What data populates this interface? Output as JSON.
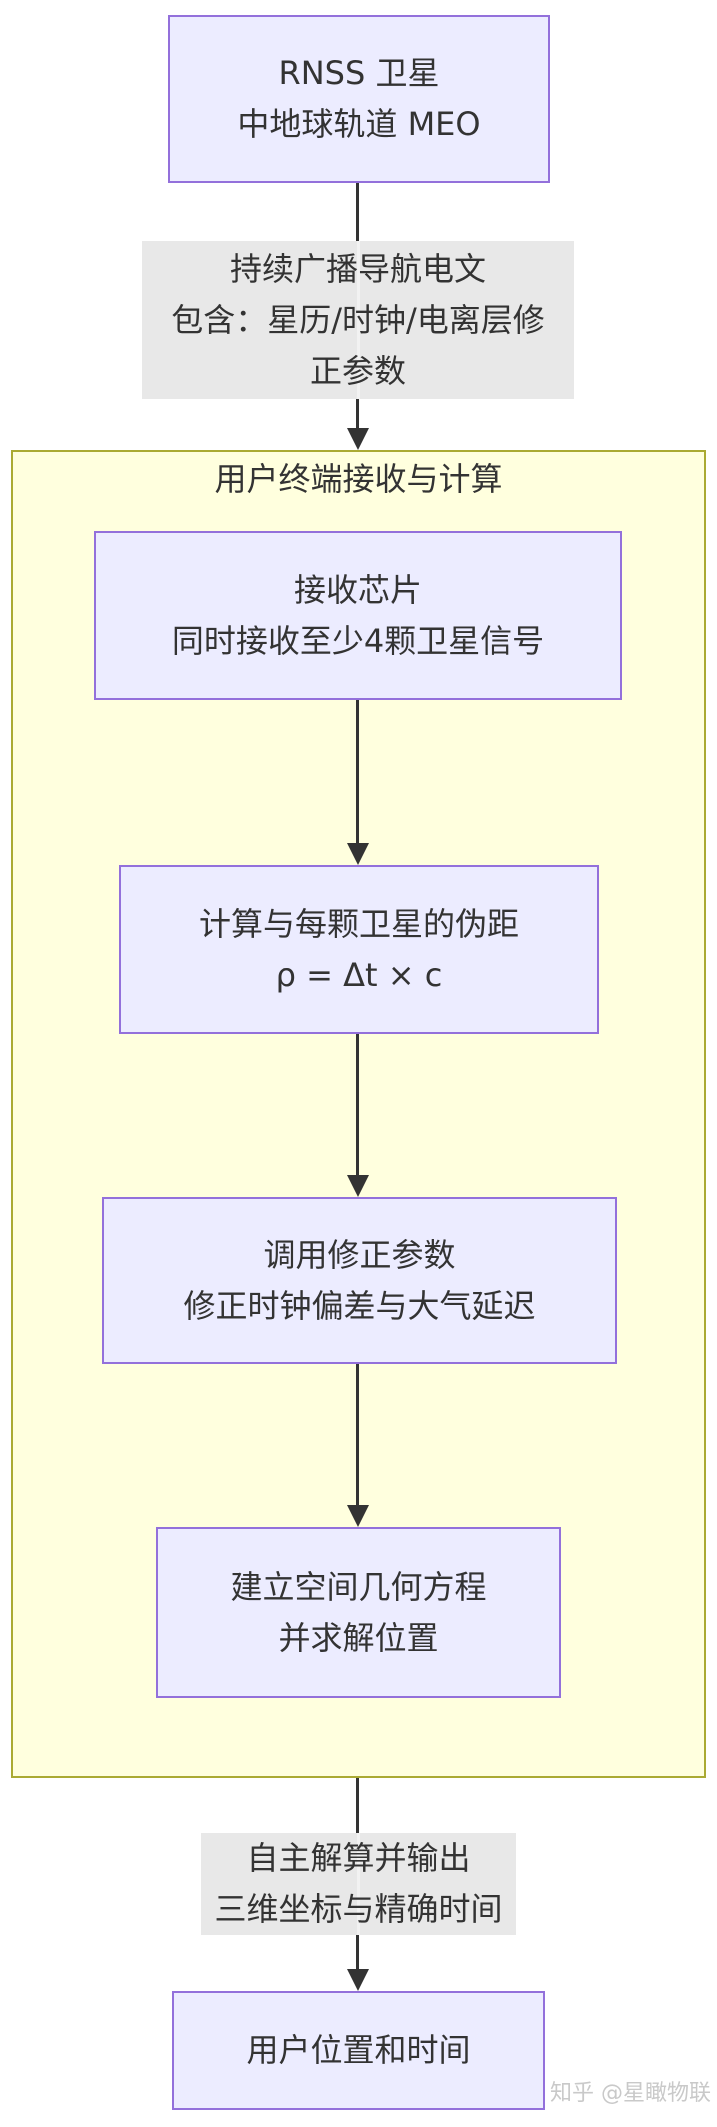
{
  "diagram": {
    "type": "flowchart",
    "direction": "top-down",
    "colors": {
      "node_fill": "#ECECFF",
      "node_border": "#9370DB",
      "cluster_fill": "#FFFFDE",
      "cluster_border": "#AAAA33",
      "edge_label_bg": "#E8E8E8",
      "text": "#333333",
      "line": "#333333",
      "watermark": "#C9C9C9"
    },
    "nodes": {
      "satellite": {
        "lines": [
          "RNSS 卫星",
          "中地球轨道 MEO"
        ]
      },
      "receive_chip": {
        "lines": [
          "接收芯片",
          "同时接收至少4颗卫星信号"
        ]
      },
      "pseudorange": {
        "lines": [
          "计算与每颗卫星的伪距",
          "ρ = Δt × c"
        ]
      },
      "correction": {
        "lines": [
          "调用修正参数",
          "修正时钟偏差与大气延迟"
        ]
      },
      "solve_position": {
        "lines": [
          "建立空间几何方程",
          "并求解位置"
        ]
      },
      "user_position": {
        "lines": [
          "用户位置和时间"
        ]
      }
    },
    "cluster": {
      "title": "用户终端接收与计算"
    },
    "edge_labels": {
      "broadcast": {
        "lines": [
          "持续广播导航电文",
          "包含：星历/时钟/电离层修",
          "正参数"
        ]
      },
      "output": {
        "lines": [
          "自主解算并输出",
          "三维坐标与精确时间"
        ]
      }
    },
    "watermark": "知乎 @星瞰物联"
  }
}
